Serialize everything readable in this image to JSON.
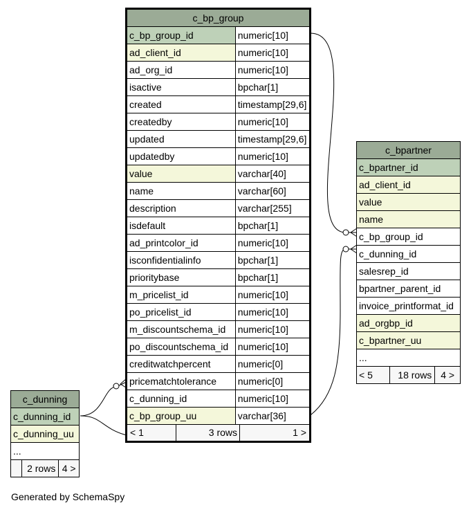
{
  "c_bp_group": {
    "title": "c_bp_group",
    "rows": [
      {
        "name": "c_bp_group_id",
        "type": "numeric[10]",
        "kind": "pk"
      },
      {
        "name": "ad_client_id",
        "type": "numeric[10]",
        "kind": "idx"
      },
      {
        "name": "ad_org_id",
        "type": "numeric[10]",
        "kind": "plain"
      },
      {
        "name": "isactive",
        "type": "bpchar[1]",
        "kind": "plain"
      },
      {
        "name": "created",
        "type": "timestamp[29,6]",
        "kind": "plain"
      },
      {
        "name": "createdby",
        "type": "numeric[10]",
        "kind": "plain"
      },
      {
        "name": "updated",
        "type": "timestamp[29,6]",
        "kind": "plain"
      },
      {
        "name": "updatedby",
        "type": "numeric[10]",
        "kind": "plain"
      },
      {
        "name": "value",
        "type": "varchar[40]",
        "kind": "idx"
      },
      {
        "name": "name",
        "type": "varchar[60]",
        "kind": "plain"
      },
      {
        "name": "description",
        "type": "varchar[255]",
        "kind": "plain"
      },
      {
        "name": "isdefault",
        "type": "bpchar[1]",
        "kind": "plain"
      },
      {
        "name": "ad_printcolor_id",
        "type": "numeric[10]",
        "kind": "plain"
      },
      {
        "name": "isconfidentialinfo",
        "type": "bpchar[1]",
        "kind": "plain"
      },
      {
        "name": "prioritybase",
        "type": "bpchar[1]",
        "kind": "plain"
      },
      {
        "name": "m_pricelist_id",
        "type": "numeric[10]",
        "kind": "plain"
      },
      {
        "name": "po_pricelist_id",
        "type": "numeric[10]",
        "kind": "plain"
      },
      {
        "name": "m_discountschema_id",
        "type": "numeric[10]",
        "kind": "plain"
      },
      {
        "name": "po_discountschema_id",
        "type": "numeric[10]",
        "kind": "plain"
      },
      {
        "name": "creditwatchpercent",
        "type": "numeric[0]",
        "kind": "plain"
      },
      {
        "name": "pricematchtolerance",
        "type": "numeric[0]",
        "kind": "plain"
      },
      {
        "name": "c_dunning_id",
        "type": "numeric[10]",
        "kind": "plain"
      },
      {
        "name": "c_bp_group_uu",
        "type": "varchar[36]",
        "kind": "idx"
      }
    ],
    "footer": {
      "left": "< 1",
      "middle": "3 rows",
      "right": "1 >"
    }
  },
  "c_bpartner": {
    "title": "c_bpartner",
    "rows": [
      {
        "name": "c_bpartner_id",
        "kind": "pk"
      },
      {
        "name": "ad_client_id",
        "kind": "idx"
      },
      {
        "name": "value",
        "kind": "idx"
      },
      {
        "name": "name",
        "kind": "idx"
      },
      {
        "name": "c_bp_group_id",
        "kind": "plain"
      },
      {
        "name": "c_dunning_id",
        "kind": "plain"
      },
      {
        "name": "salesrep_id",
        "kind": "plain"
      },
      {
        "name": "bpartner_parent_id",
        "kind": "plain"
      },
      {
        "name": "invoice_printformat_id",
        "kind": "plain"
      },
      {
        "name": "ad_orgbp_id",
        "kind": "idx"
      },
      {
        "name": "c_bpartner_uu",
        "kind": "idx"
      },
      {
        "name": "...",
        "kind": "plain"
      }
    ],
    "footer": {
      "left": "< 5",
      "middle": "18 rows",
      "right": "4 >"
    }
  },
  "c_dunning": {
    "title": "c_dunning",
    "rows": [
      {
        "name": "c_dunning_id",
        "kind": "pk"
      },
      {
        "name": "c_dunning_uu",
        "kind": "idx"
      },
      {
        "name": "...",
        "kind": "plain"
      }
    ],
    "footer": {
      "left": "",
      "middle": "2 rows",
      "right": "4 >"
    }
  },
  "colors": {
    "header": "#9bab96",
    "primary_key": "#bed1b8",
    "indexed": "#f4f7da",
    "plain": "#ffffff"
  },
  "generated_by": "Generated by SchemaSpy"
}
